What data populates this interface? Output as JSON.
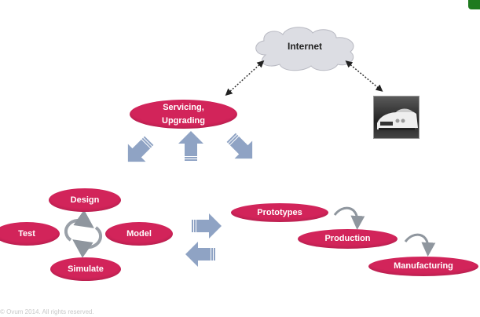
{
  "diagram": {
    "cloud": {
      "label": "Internet"
    },
    "car": {
      "description": "white sports car image"
    },
    "top_node": {
      "label_line1": "Servicing,",
      "label_line2": "Upgrading"
    },
    "cycle_nodes": [
      {
        "label": "Design"
      },
      {
        "label": "Test"
      },
      {
        "label": "Model"
      },
      {
        "label": "Simulate"
      }
    ],
    "pipeline_nodes": [
      {
        "label": "Prototypes"
      },
      {
        "label": "Production"
      },
      {
        "label": "Manufacturing"
      }
    ],
    "colors": {
      "node": "#d2245a",
      "arrow": "#8fa3c4",
      "cloud": "#dcdde3",
      "curved_arrow": "#9aa0a8"
    }
  },
  "footer": {
    "copyright": "© Ovum 2014. All rights reserved."
  }
}
